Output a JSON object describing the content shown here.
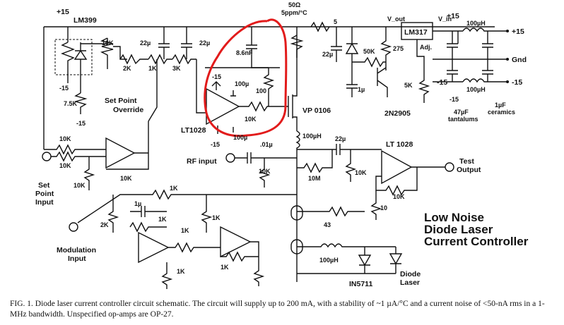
{
  "labels": {
    "v_plus15_top": "+15",
    "lm399": "LM399",
    "r10k_ref": "10K",
    "c22u_a": "22µ",
    "c22u_b": "22µ",
    "r2k": "2K",
    "r1k_a": "1K",
    "r3k": "3K",
    "v_minus15_ref": "-15",
    "r75k": "7.5K",
    "v_minus15_b": "-15",
    "set_point_override": "Set Point\nOverride",
    "r50ohm": "50Ω",
    "r50ohm_tc": "5ppm/°C",
    "c86nf": "8.6nF",
    "minus15_opamp": "-15",
    "c100u_a": "100µ",
    "r100": "100",
    "r10k_fb": "10K",
    "c100u_b": "100µ",
    "minus15_c": "-15",
    "lt1028_a": "LT1028",
    "vp0106": "VP 0106",
    "r5": "5",
    "c22u_c": "22µ",
    "vout": "V_out",
    "lm317": "LM317",
    "vin": "V_in",
    "adj": "Adj.",
    "plus15_b": "+15",
    "l100uh_a": "100µH",
    "plus15_c": "+15",
    "gnd": "Gnd",
    "minus15_d": "-15",
    "l100uh_b": "100µH",
    "minus15_e": "-15",
    "r50k": "50K",
    "r275": "275",
    "c1u": "1µ",
    "r5k": "5K",
    "q2n2905": "2N2905",
    "c47u": "47µF\ntantalums",
    "c1uf": "1µF\nceramics",
    "minus15_f": "-15",
    "r10k_sp1": "10K",
    "r10k_sp2": "10K",
    "r10k_sp3": "10K",
    "r10k_sp4": "10K",
    "set_point_input": "Set\nPoint\nInput",
    "l100uh_c": "100µH",
    "c01u": ".01µ",
    "rf_input": "RF input",
    "r10k_rf": "10K",
    "r10m": "10M",
    "c22u_d": "22µ",
    "r10k_t": "10K",
    "lt1028_b": "LT 1028",
    "test_output": "Test\nOutput",
    "r10k_t2": "10K",
    "r10_t": "10",
    "r1k_mod": "1K",
    "c1u_mod": "1µ",
    "r1k_m1": "1K",
    "r2k_m": "2K",
    "r1k_m2": "1K",
    "r1k_m3": "1K",
    "modulation_input": "Modulation\nInput",
    "r1k_m4": "1K",
    "r1k_m5": "1K",
    "r43": "43",
    "l100uh_d": "100µH",
    "in5711": "IN5711",
    "diode_laser": "Diode\nLaser",
    "title": "Low Noise\nDiode Laser\nCurrent Controller"
  },
  "caption": "FIG. 1. Diode laser current controller circuit schematic. The circuit will supply up to 200 mA, with a stability of ~1 µA/°C and a current noise of <50-nA rms in a 1-MHz bandwidth. Unspecified op-amps are OP-27."
}
